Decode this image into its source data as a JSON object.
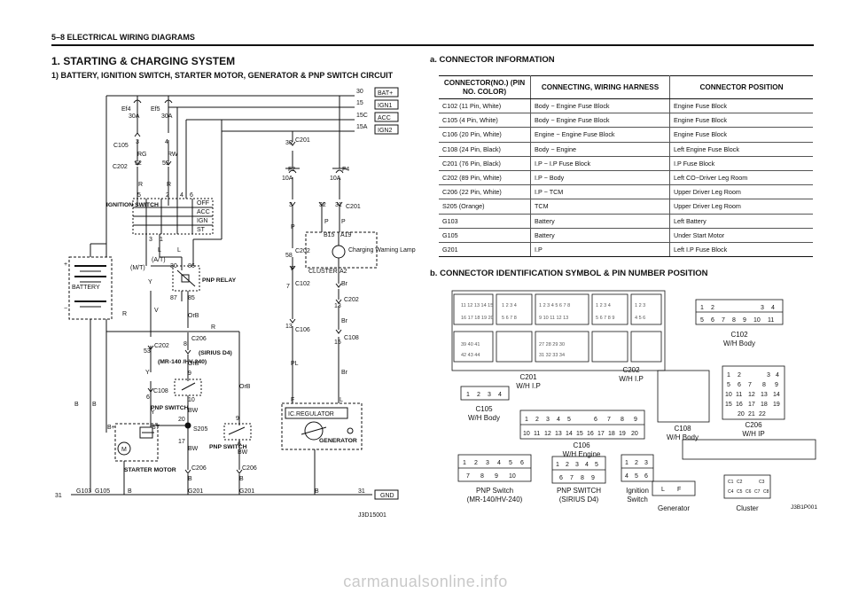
{
  "header": {
    "page_ref": "5–8 ELECTRICAL WIRING DIAGRAMS"
  },
  "section": {
    "title": "1. STARTING & CHARGING SYSTEM",
    "subtitle": "1) BATTERY, IGNITION SWITCH, STARTER MOTOR, GENERATOR & PNP SWITCH CIRCUIT"
  },
  "schematic": {
    "bus": [
      {
        "num": "30",
        "tag": "BAT+"
      },
      {
        "num": "15",
        "tag": "IGN1"
      },
      {
        "num": "15C",
        "tag": "ACC"
      },
      {
        "num": "15A",
        "tag": "IGN2"
      }
    ],
    "fuses": {
      "ef4": "Ef4",
      "ef4_rating": "30A",
      "ef5": "Ef5",
      "ef5_rating": "30A",
      "f2": "F2",
      "f2_rating": "10A",
      "f4": "F4",
      "f4_rating": "10A"
    },
    "labels": {
      "c105": "C105",
      "c202": "C202",
      "c201": "C201",
      "c106": "C106",
      "c108": "C108",
      "c102": "C102",
      "c206": "C206",
      "g103": "G103",
      "g105": "G105",
      "g201": "G201",
      "s205": "S205",
      "ignition_switch": "IGNITION SWITCH",
      "battery": "BATTERY",
      "pnp_relay": "PNP RELAY",
      "pnp_switch": "PNP SWITCH",
      "starter_motor": "STARTER MOTOR",
      "cluster": "CLUSTER",
      "charging_lamp": "Charging Warning Lamp",
      "ic_regulator": "IC.REGULATOR",
      "generator": "GENERATOR",
      "sirius": "(SIRIUS D4)",
      "mr140": "(MR-140 /HV-240)",
      "at": "(A/T)",
      "mt": "(M/T)",
      "gnd": "GND",
      "n31": "31",
      "fig": "J3D15001",
      "off": "OFF",
      "acc": "ACC",
      "ign": "IGN",
      "st": "ST",
      "w_rg": "RG",
      "w_rw": "RW",
      "w_r": "R",
      "w_b": "B",
      "w_y": "Y",
      "w_l": "L",
      "w_v": "V",
      "w_orb": "OrB",
      "w_bw": "BW",
      "w_p": "P",
      "w_br": "Br",
      "w_pl": "PL",
      "w_f": "F",
      "r30": "30",
      "r86": "86",
      "r87": "87",
      "r85": "85",
      "p3": "3",
      "p4": "4",
      "p52": "52",
      "p59": "59",
      "p5": "5",
      "p2": "2",
      "p6": "6",
      "p1": "1",
      "pB15": "B15",
      "pA19": "A19",
      "pA2": "A2",
      "p32": "32",
      "p31": "31",
      "p58": "58",
      "p7": "7",
      "p13": "13",
      "p15": "15",
      "p53": "53",
      "p8": "8",
      "p9": "9",
      "p10": "10",
      "p20": "20",
      "p17": "17",
      "bplus": "B+",
      "plus": "+",
      "minus": "−",
      "m": "M"
    }
  },
  "connector_info": {
    "title": "a. CONNECTOR INFORMATION",
    "headers": [
      "CONNECTOR(NO.) (PIN NO. COLOR)",
      "CONNECTING, WIRING HARNESS",
      "CONNECTOR POSITION"
    ],
    "rows": [
      [
        "C102 (11 Pin, White)",
        "Body − Engine Fuse Block",
        "Engine Fuse Block"
      ],
      [
        "C105 (4 Pin, White)",
        "Body − Engine Fuse Block",
        "Engine Fuse Block"
      ],
      [
        "C106 (20 Pin, White)",
        "Engine − Engine Fuse Block",
        "Engine Fuse Block"
      ],
      [
        "C108 (24 Pin, Black)",
        "Body − Engine",
        "Left Engine Fuse Block"
      ],
      [
        "C201 (76 Pin, Black)",
        "I.P − I.P Fuse Block",
        "I.P Fuse Block"
      ],
      [
        "C202 (89 Pin, White)",
        "I.P − Body",
        "Left CO−Driver Leg Room"
      ],
      [
        "C206 (22 Pin, White)",
        "I.P − TCM",
        "Upper Driver Leg Room"
      ],
      [
        "S205 (Orange)",
        "TCM",
        "Upper Driver Leg Room"
      ],
      [
        "G103",
        "Battery",
        "Left Battery"
      ],
      [
        "G105",
        "Battery",
        "Under Start Motor"
      ],
      [
        "G201",
        "I.P",
        "Left I.P Fuse Block"
      ]
    ]
  },
  "connector_ident": {
    "title": "b. CONNECTOR IDENTIFICATION SYMBOL & PIN NUMBER POSITION",
    "c102_name": "C102",
    "c102_sub": "W/H Body",
    "c102_pins_top": [
      "1",
      "2",
      "3",
      "4"
    ],
    "c102_pins_bottom": [
      "5",
      "6",
      "7",
      "8",
      "9",
      "10",
      "11"
    ],
    "c201_name": "C201",
    "c201_sub": "W/H I.P",
    "c202_name": "C202",
    "c202_sub": "W/H I.P",
    "c105_name": "C105",
    "c105_sub": "W/H Body",
    "c105_pins": [
      "1",
      "2",
      "3",
      "4"
    ],
    "c106_name": "C106",
    "c106_sub": "W/H Engine",
    "c106_pins_top": [
      "1",
      "2",
      "3",
      "4",
      "5",
      "6",
      "7",
      "8",
      "9"
    ],
    "c106_pins_bottom": [
      "10",
      "11",
      "12",
      "13",
      "14",
      "15",
      "16",
      "17",
      "18",
      "19",
      "20"
    ],
    "c108_name": "C108",
    "c108_sub": "W/H Body",
    "c206_name": "C206",
    "c206_sub": "W/H IP",
    "c206_pins": [
      [
        "1",
        "2",
        "3",
        "4"
      ],
      [
        "5",
        "6",
        "7",
        "8",
        "9"
      ],
      [
        "10",
        "11",
        "12",
        "13",
        "14"
      ],
      [
        "15",
        "16",
        "17",
        "18",
        "19"
      ],
      [
        "20",
        "21",
        "22"
      ]
    ],
    "pnp_mr_name": "PNP Switch",
    "pnp_mr_sub": "(MR-140/HV-240)",
    "pnp_mr_pins": [
      [
        "1",
        "2",
        "3",
        "4",
        "5",
        "6"
      ],
      [
        "7",
        "8",
        "9",
        "10"
      ]
    ],
    "pnp_s_name": "PNP SWITCH",
    "pnp_s_sub": "(SIRIUS D4)",
    "pnp_s_pins": [
      [
        "1",
        "2",
        "3",
        "4",
        "5"
      ],
      [
        "6",
        "7",
        "8",
        "9"
      ]
    ],
    "ign_name": "Ignition",
    "ign_sub": "Switch",
    "ign_pins": [
      [
        "1",
        "2",
        "3"
      ],
      [
        "4",
        "5",
        "6"
      ]
    ],
    "gen_name": "Generator",
    "gen_pins": [
      "L",
      "F"
    ],
    "cluster_name": "Cluster",
    "cluster_pins": [
      [
        "C1",
        "C2",
        "C3"
      ],
      [
        "C4",
        "C5",
        "C6",
        "C7",
        "C8"
      ]
    ],
    "fig": "J3B1P001"
  },
  "watermark": "carmanualsonline.info"
}
